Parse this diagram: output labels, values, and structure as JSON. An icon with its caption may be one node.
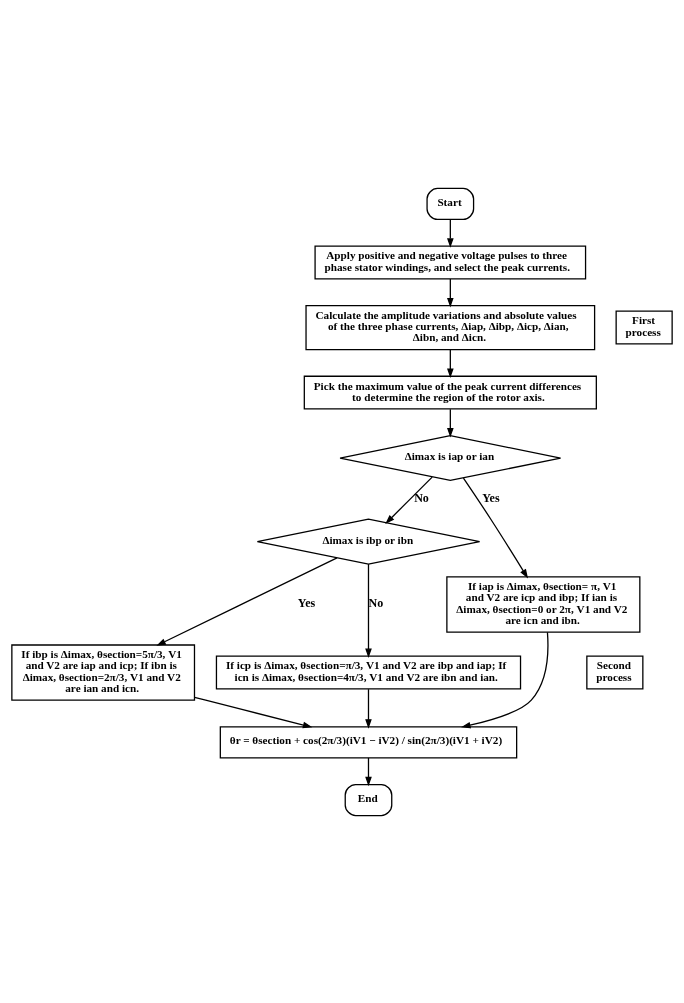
{
  "diagram": {
    "nodes": [
      {
        "text": [
          "Start"
        ]
      },
      {
        "text": [
          "Apply positive and negative voltage pulses to three phase stator windings, and select the peak currents."
        ]
      },
      {
        "text": [
          "Calculate the amplitude variations and absolute values of the three phase currents, Δiap, Δibp, Δicp, Δian, Δibn, and Δicn."
        ]
      },
      {
        "text": [
          "Pick the maximum value of the peak current differences to determine the region of the rotor axis."
        ]
      },
      {
        "text": [
          "Δimax is iap or ian"
        ]
      },
      {
        "text": [
          "Δimax is ibp or ibn"
        ]
      },
      {
        "text": [
          "If iap is Δimax, θsection= π, V1 and V2 are icp and ibp; If ian is Δimax, θsection=0 or 2π, V1 and V2 are icn and ibn."
        ]
      },
      {
        "text": [
          "If ibp is Δimax, θsection=5π/3, V1 and V2 are iap and icp; If ibn is Δimax, θsection=2π/3, V1 and V2 are ian and icn."
        ]
      },
      {
        "text": [
          "If icp is Δimax, θsection=π/3, V1 and V2 are ibp and iap; If icn is Δimax, θsection=4π/3, V1 and V2 are ibn and ian."
        ]
      },
      {
        "text": [
          "θr = θsection + cos(2π/3)(iV1 − iV2) / sin(2π/3)(iV1 + iV2)"
        ]
      },
      {
        "text": [
          "End"
        ]
      },
      {
        "text": [
          "First process"
        ]
      },
      {
        "text": [
          "Second process"
        ]
      }
    ],
    "edges": [
      {
        "from": 0,
        "to": 1,
        "arrow": "to"
      },
      {
        "from": 1,
        "to": 2,
        "arrow": "to"
      },
      {
        "from": 2,
        "to": 3,
        "arrow": "to"
      },
      {
        "from": 3,
        "to": 4,
        "arrow": "to"
      },
      {
        "from": 4,
        "to": 6,
        "arrow": "to",
        "label": "Yes"
      },
      {
        "from": 4,
        "to": 5,
        "arrow": "to",
        "label": "No"
      },
      {
        "from": 5,
        "to": 7,
        "arrow": "to",
        "label": "Yes"
      },
      {
        "from": 5,
        "to": 8,
        "arrow": "to",
        "label": "No"
      },
      {
        "from": 6,
        "to": 9,
        "arrow": "to"
      },
      {
        "from": 8,
        "to": 9,
        "arrow": "to"
      },
      {
        "from": 7,
        "to": 9,
        "arrow": "to"
      },
      {
        "from": 9,
        "to": 10,
        "arrow": "to"
      }
    ]
  }
}
